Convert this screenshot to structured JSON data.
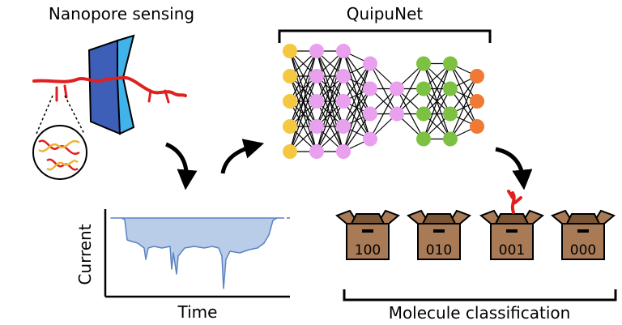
{
  "titles": {
    "sensing": "Nanopore sensing",
    "network": "QuipuNet",
    "classification": "Molecule classification"
  },
  "plot": {
    "ylabel": "Current",
    "xlabel": "Time"
  },
  "boxes": [
    {
      "label": "100"
    },
    {
      "label": "010"
    },
    {
      "label": "001",
      "has_molecule": true
    },
    {
      "label": "000"
    }
  ],
  "network": {
    "layers": [
      {
        "nodes": 5,
        "color": "#f5c842"
      },
      {
        "nodes": 5,
        "color": "#e9a0ef"
      },
      {
        "nodes": 5,
        "color": "#e9a0ef"
      },
      {
        "nodes": 4,
        "color": "#e9a0ef"
      },
      {
        "nodes": 2,
        "color": "#e9a0ef"
      },
      {
        "nodes": 4,
        "color": "#7dc142"
      },
      {
        "nodes": 4,
        "color": "#7dc142"
      },
      {
        "nodes": 3,
        "color": "#f07a35"
      }
    ]
  },
  "colors": {
    "dna": "#e0201f",
    "pore": "#3e5fb8",
    "pore_light": "#3fb3ea",
    "trace": "#5b82c4",
    "trace_fill": "#b9cde9",
    "box": "#a87a56",
    "box_dark": "#7a5536"
  }
}
